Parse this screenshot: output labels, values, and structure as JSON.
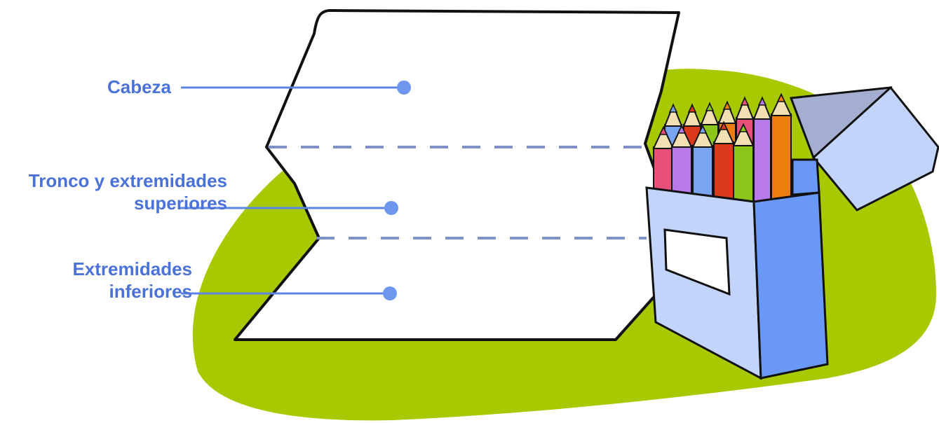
{
  "colors": {
    "label_text": "#4a72d8",
    "leader_line": "#5b86e6",
    "dot": "#6e98f0",
    "fold_dash": "#7e92c8",
    "blob": "#a8c800",
    "paper_fill": "#ffffff",
    "outline": "#111111",
    "box_front": "#c3d4fb",
    "box_side": "#6a98f7",
    "box_lid": "#a3aed0"
  },
  "labels": {
    "head": "Cabeza",
    "trunk_line1": "Tronco y extremidades",
    "trunk_line2": "superiores",
    "legs_line1": "Extremidades",
    "legs_line2": "inferiores"
  },
  "icons": {
    "crayon_box": "crayon-box-icon",
    "pencils": "colored-pencils-icon"
  },
  "pencil_colors": [
    "#e8507a",
    "#b77ae8",
    "#79a4f0",
    "#d93a1a",
    "#8cc61a",
    "#ee7d10"
  ]
}
